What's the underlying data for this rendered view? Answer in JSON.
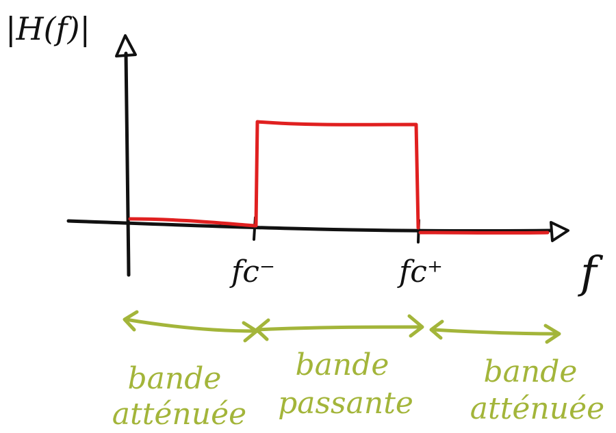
{
  "y_axis_label": "|H(f)|",
  "x_axis_label": "f",
  "cutoff_low_label": "fc⁻",
  "cutoff_high_label": "fc⁺",
  "bands": [
    {
      "line1": "bande",
      "line2": "atténuée"
    },
    {
      "line1": "bande",
      "line2": "passante"
    },
    {
      "line1": "bande",
      "line2": "atténuée"
    }
  ],
  "colors": {
    "axes": "#111111",
    "response": "#e02020",
    "bands": "#a3b53a"
  }
}
